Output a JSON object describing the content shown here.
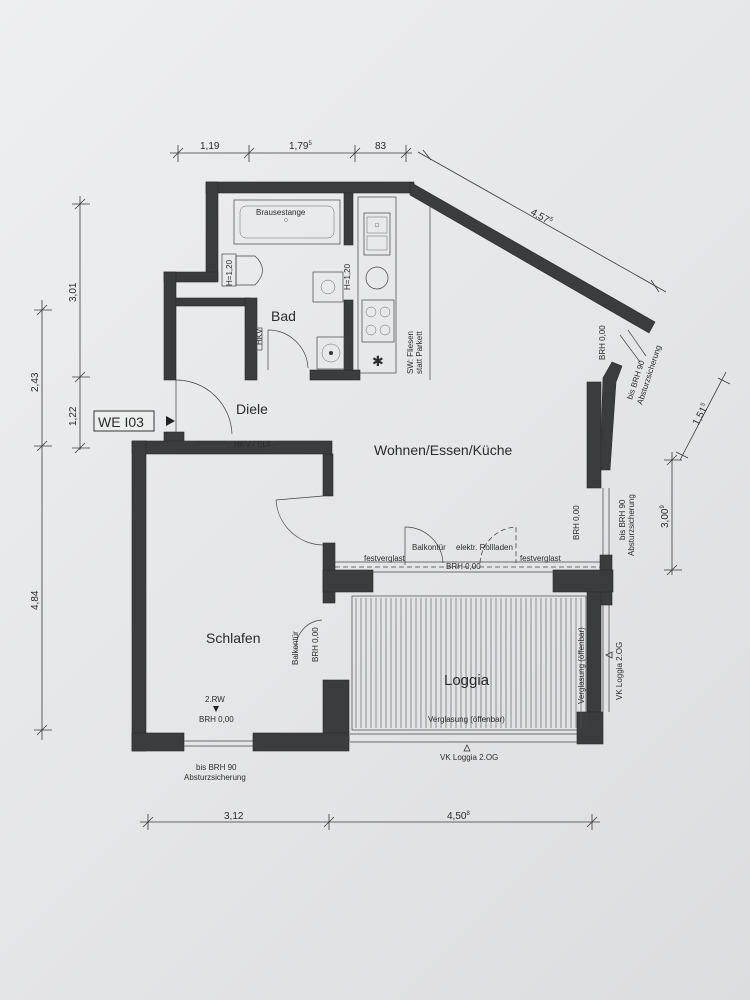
{
  "unit_label": "WE I03",
  "rooms": {
    "bad": "Bad",
    "diele": "Diele",
    "wohnen": "Wohnen/Essen/Küche",
    "schlafen": "Schlafen",
    "loggia": "Loggia"
  },
  "annotations": {
    "brausestange": "Brausestange",
    "h120_wc": "H=1,20",
    "h120_basin": "H=1,20",
    "hkv_small": "HKV",
    "hkv_elt": "HKV / ELT",
    "sw_fliesen": "SW: Fliesen",
    "statt_parkett": "statt Parkett",
    "brh000_top": "BRH 0,00",
    "brh90_top": "bis BRH 90",
    "absturz_top": "Absturzsicherung",
    "brh000_right": "BRH 0,00",
    "brh90_right": "bis BRH 90",
    "absturz_right": "Absturzsicherung",
    "festverglast_left": "festverglast",
    "balkontuer_1": "Balkontür",
    "rollladen": "elektr. Rollladen",
    "festverglast_right": "festverglast",
    "brh000_balcony": "BRH 0,00",
    "balkontuer_2": "Balkontür",
    "brh000_bed": "BRH 0,00",
    "rw": "2.RW",
    "brh000_bottom": "BRH 0,00",
    "brh90_bottom": "bis BRH 90",
    "absturz_bottom": "Absturzsicherung",
    "verglasung_bottom": "Verglasung (öffenbar)",
    "verglasung_right": "Verglasung (öffenbar)",
    "vk_loggia_bottom": "VK Loggia 2.OG",
    "vk_loggia_right": "VK Loggia 2.OG"
  },
  "dimensions": {
    "top_1": "1,19",
    "top_2": "1,79",
    "top_2_sup": "5",
    "top_3": "83",
    "diag": "4,57",
    "diag_sup": "5",
    "left_a": "3,01",
    "left_b": "1,22",
    "left_c": "2,43",
    "left_d": "4,84",
    "right_a": "1,51",
    "right_a_sup": "5",
    "right_b": "3,00",
    "right_b_sup": "9",
    "bottom_1": "3,12",
    "bottom_2": "4,50",
    "bottom_2_sup": "8"
  }
}
